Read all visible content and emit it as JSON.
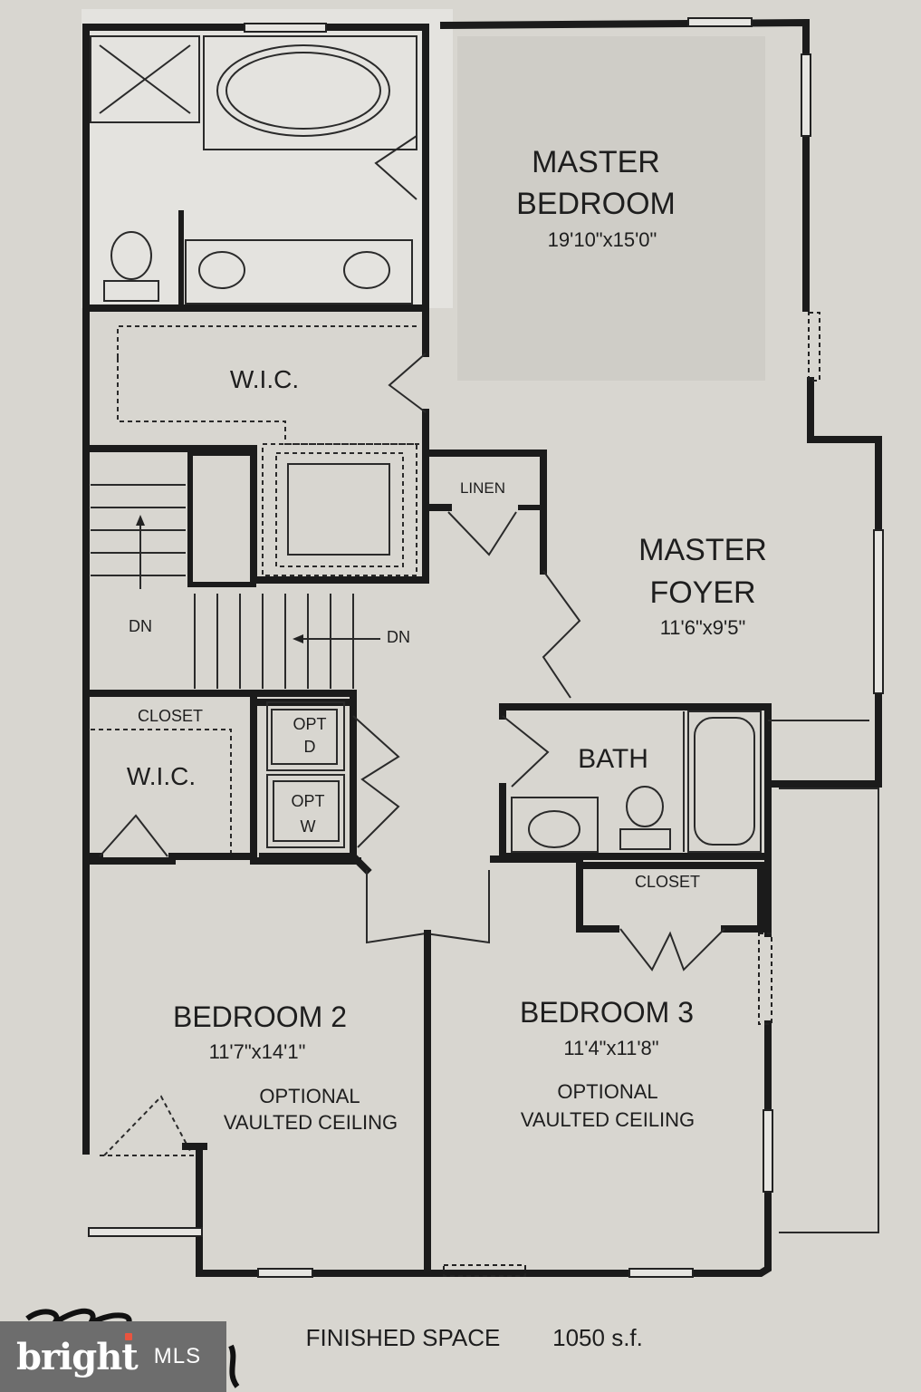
{
  "rooms": {
    "master_bedroom": {
      "name_line1": "MASTER",
      "name_line2": "BEDROOM",
      "size": "19'10\"x15'0\""
    },
    "wic_upper": {
      "name": "W.I.C."
    },
    "linen": {
      "name": "LINEN"
    },
    "master_foyer": {
      "name_line1": "MASTER",
      "name_line2": "FOYER",
      "size": "11'6\"x9'5\""
    },
    "stairs": {
      "dn_left": "DN",
      "dn_right": "DN"
    },
    "closet_left": {
      "name": "CLOSET"
    },
    "wic_lower": {
      "name": "W.I.C."
    },
    "laundry": {
      "dryer": "OPT\nD",
      "washer": "OPT\nW",
      "dryer_l1": "OPT",
      "dryer_l2": "D",
      "washer_l1": "OPT",
      "washer_l2": "W"
    },
    "bath": {
      "name": "BATH"
    },
    "closet_right": {
      "name": "CLOSET"
    },
    "bedroom2": {
      "name": "BEDROOM 2",
      "size": "11'7\"x14'1\"",
      "note_line1": "OPTIONAL",
      "note_line2": "VAULTED CEILING"
    },
    "bedroom3": {
      "name": "BEDROOM 3",
      "size": "11'4\"x11'8\"",
      "note_line1": "OPTIONAL",
      "note_line2": "VAULTED CEILING"
    }
  },
  "footer": {
    "finished_space_label": "FINISHED SPACE",
    "finished_space_value": "1050 s.f."
  },
  "watermark": {
    "brand": "bright",
    "suffix": "MLS"
  },
  "colors": {
    "paper": "#d8d6d0",
    "ink": "#1b1b1b",
    "logo_bg": "#6d6d6d",
    "logo_accent": "#e8543f"
  }
}
